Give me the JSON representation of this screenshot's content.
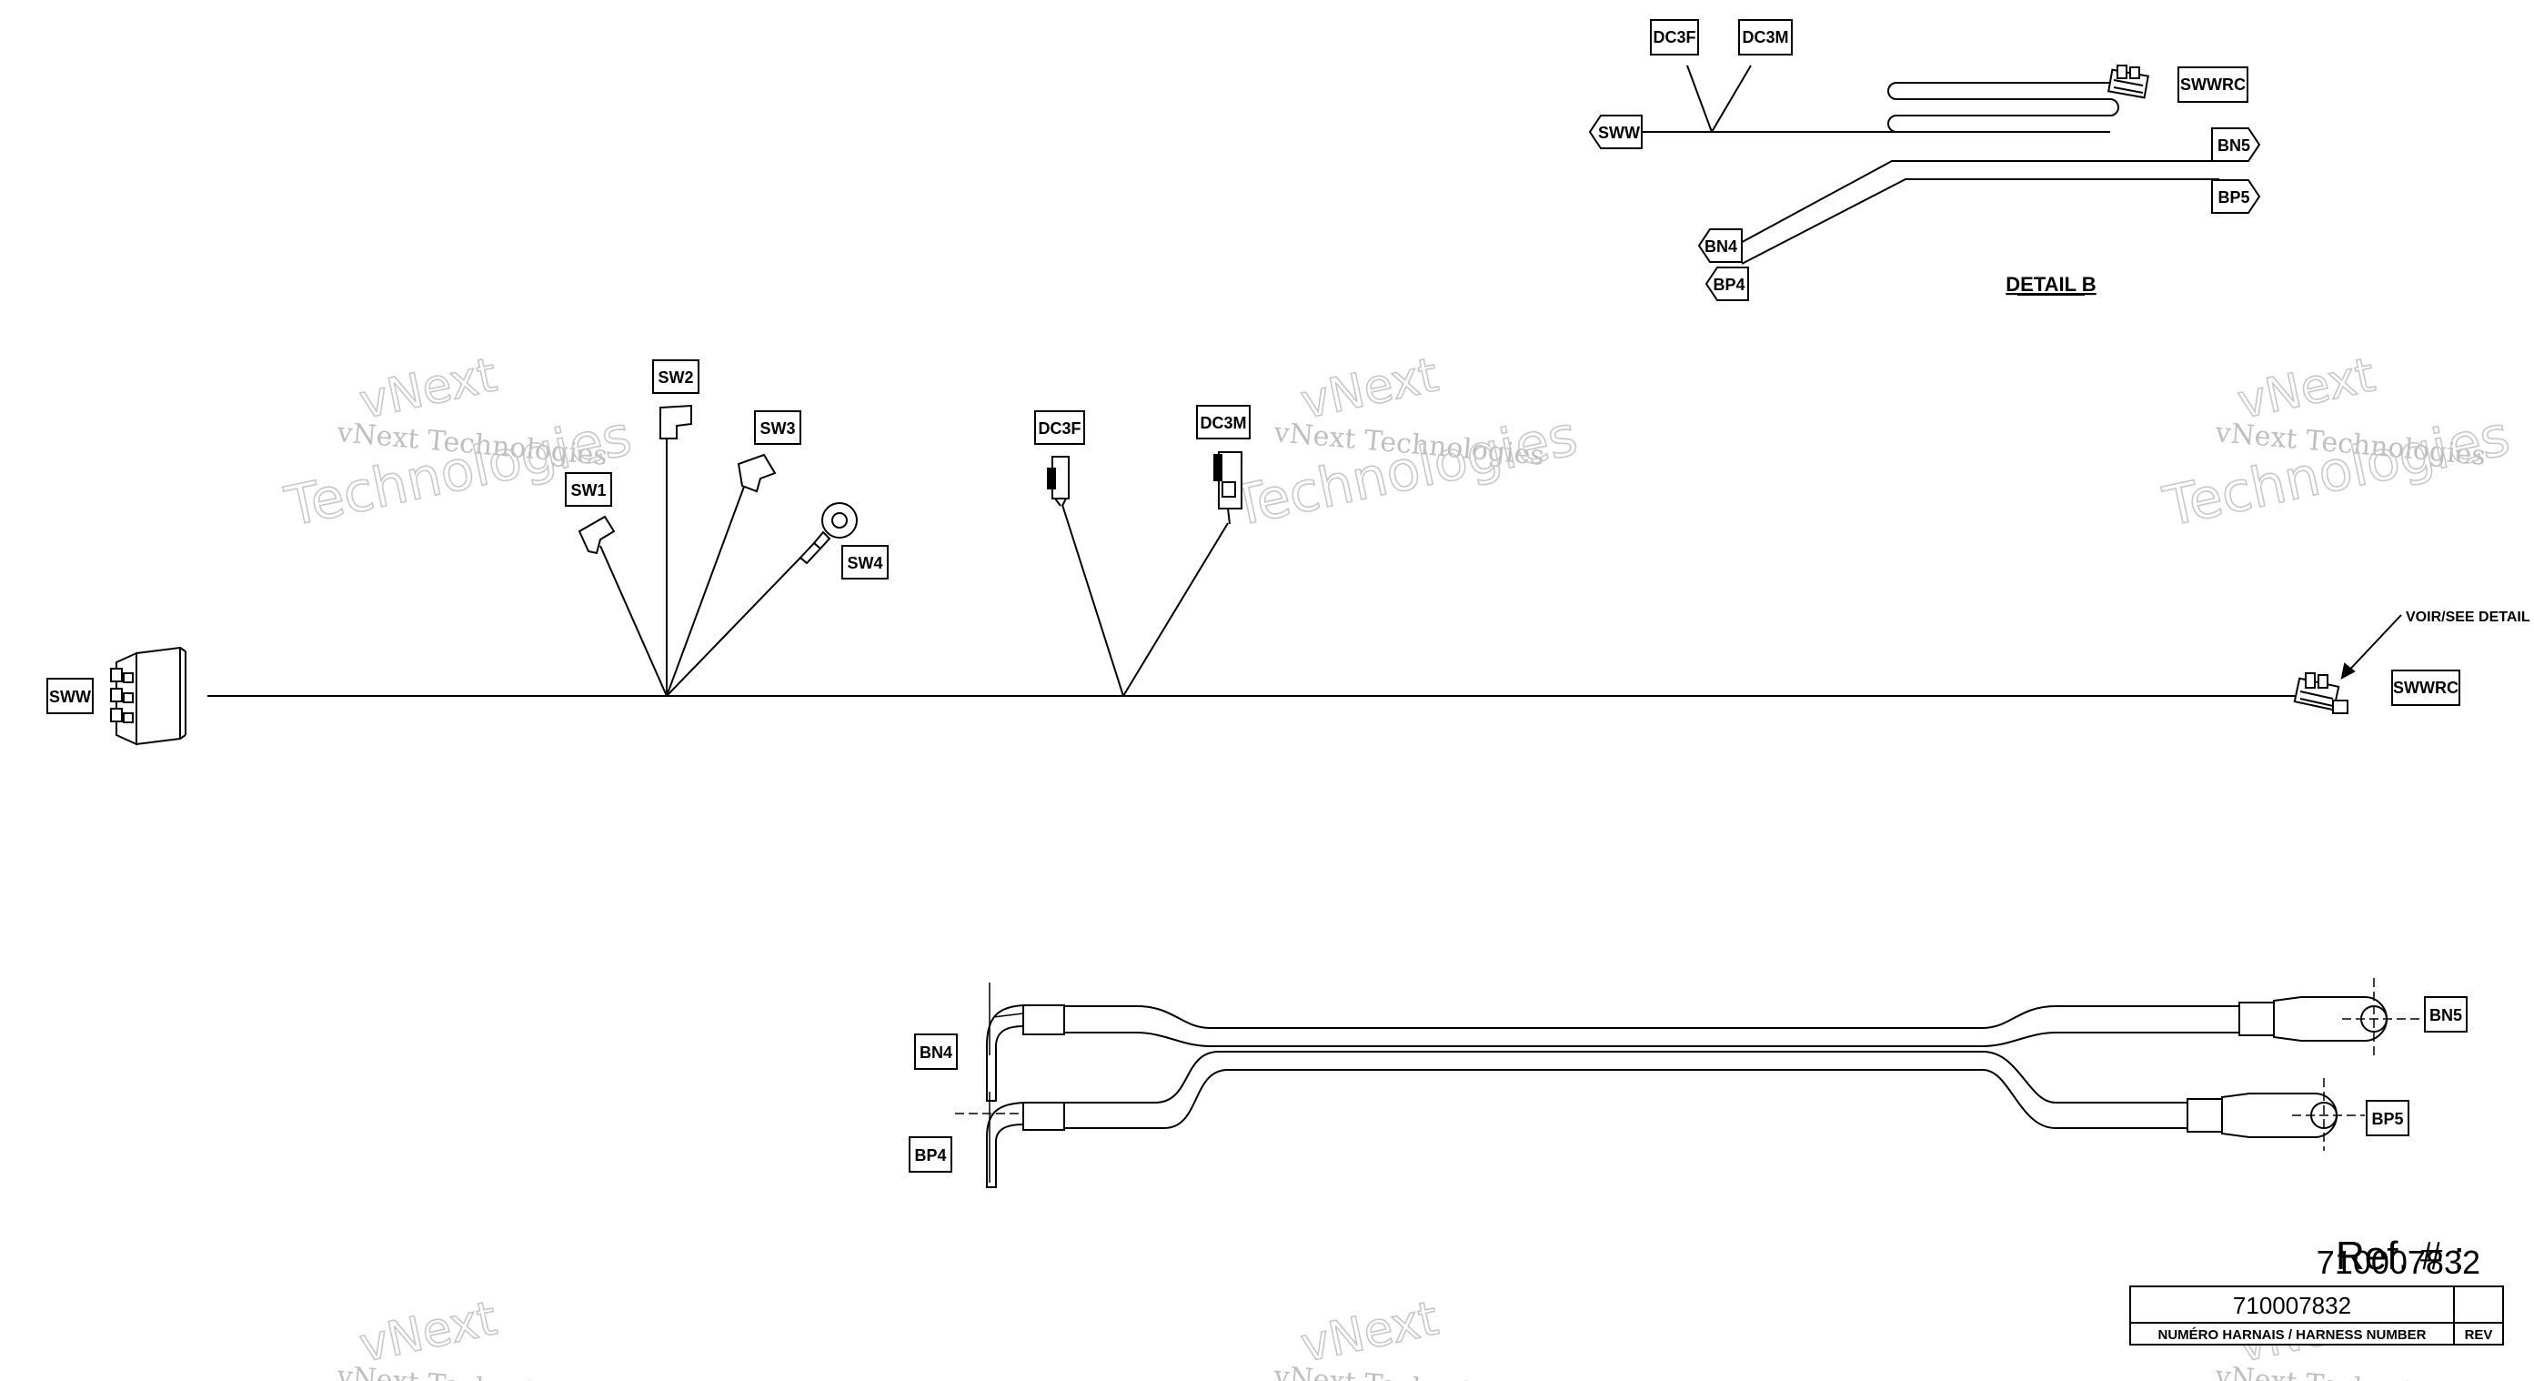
{
  "watermark": {
    "line1": "vNext",
    "line2": "vNext Technologies",
    "line3": "Technologies"
  },
  "main_harness": {
    "left_connector": "SWW",
    "right_connector": "SWWRC",
    "see_detail_note": "VOIR/SEE DETAIL B",
    "branch_a": [
      "SW1",
      "SW2",
      "SW3",
      "SW4"
    ],
    "branch_b": [
      "DC3F",
      "DC3M"
    ]
  },
  "detail_b": {
    "title": "DETAIL B",
    "labels": {
      "dc3f": "DC3F",
      "dc3m": "DC3M",
      "sww": "SWW",
      "swwrc": "SWWRC",
      "bn5": "BN5",
      "bp5": "BP5",
      "bn4": "BN4",
      "bp4": "BP4"
    }
  },
  "battery_cables": {
    "bn4": "BN4",
    "bp4": "BP4",
    "bn5": "BN5",
    "bp5": "BP5"
  },
  "title_block": {
    "ref_label": "Ref. # :",
    "ref_number": "710007832",
    "harness_number": "710007832",
    "harness_caption": "NUMÉRO HARNAIS / HARNESS NUMBER",
    "rev_caption": "REV"
  }
}
